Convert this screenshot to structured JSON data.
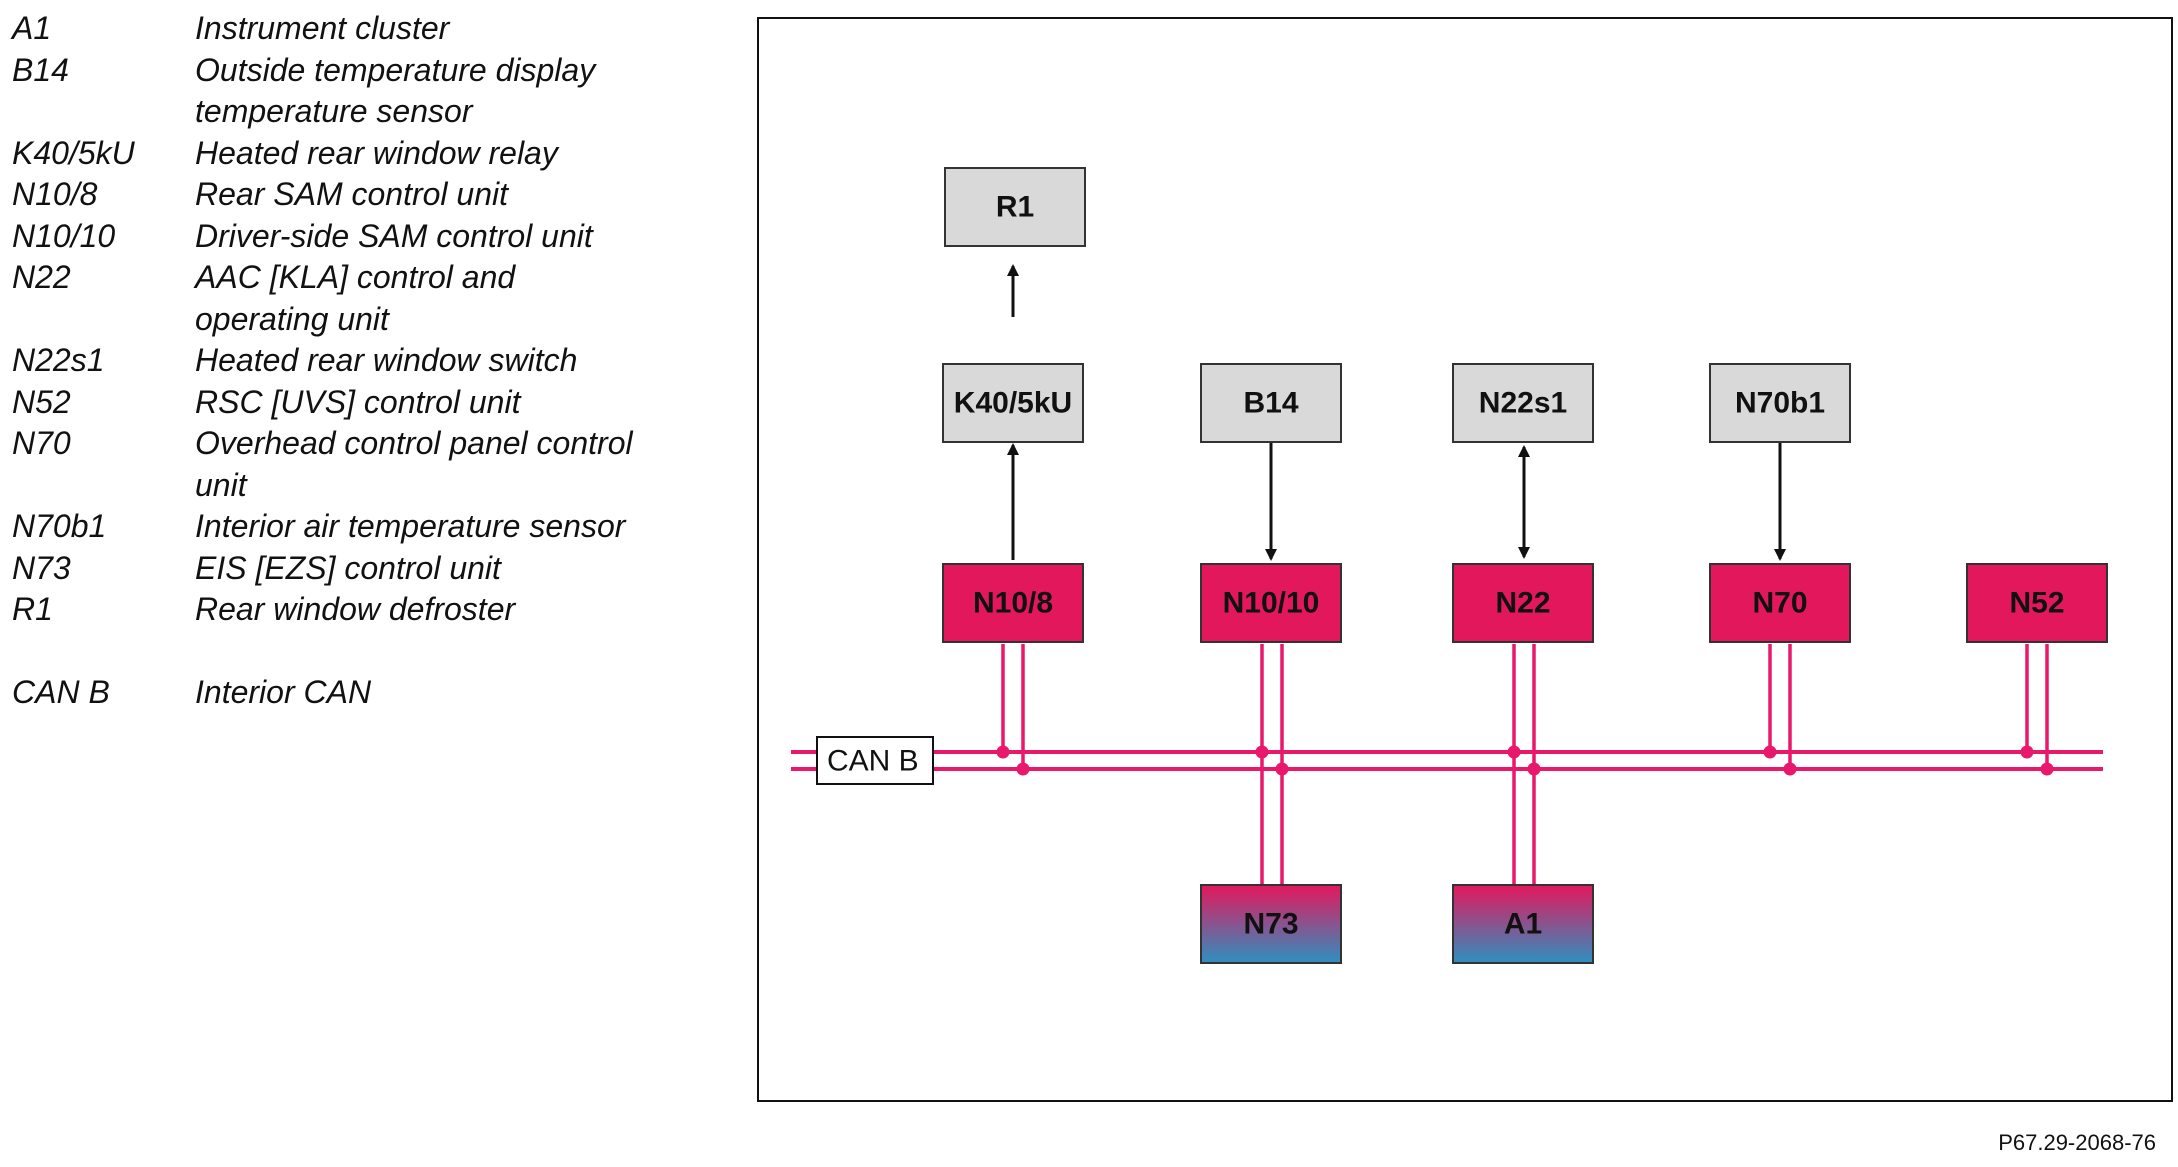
{
  "legend": [
    {
      "code": "A1",
      "desc": "Instrument cluster"
    },
    {
      "code": "B14",
      "desc": "Outside temperature display temperature sensor"
    },
    {
      "code": "K40/5kU",
      "desc": "Heated rear window relay"
    },
    {
      "code": "N10/8",
      "desc": "Rear SAM control unit"
    },
    {
      "code": "N10/10",
      "desc": "Driver-side SAM control unit"
    },
    {
      "code": "N22",
      "desc": "AAC [KLA] control and operating unit"
    },
    {
      "code": "N22s1",
      "desc": "Heated rear window switch"
    },
    {
      "code": "N52",
      "desc": "RSC [UVS] control unit"
    },
    {
      "code": "N70",
      "desc": "Overhead control panel control unit"
    },
    {
      "code": "N70b1",
      "desc": "Interior air temperature sensor"
    },
    {
      "code": "N73",
      "desc": "EIS [EZS] control unit"
    },
    {
      "code": "R1",
      "desc": "Rear window defroster"
    },
    {
      "code": "CAN B",
      "desc": "Interior CAN"
    }
  ],
  "diagram": {
    "bus_label": "CAN B",
    "components": {
      "r1": "R1",
      "k40": "K40/5kU",
      "b14": "B14",
      "n22s1": "N22s1",
      "n70b1": "N70b1",
      "n10_8": "N10/8",
      "n10_10": "N10/10",
      "n22": "N22",
      "n70": "N70",
      "n52": "N52",
      "n73": "N73",
      "a1": "A1"
    },
    "colors": {
      "sensor_box": "#d9d9d9",
      "control_unit": "#e3185c",
      "bus_line": "#e8196a",
      "gradient_top": "#e3185c",
      "gradient_bottom": "#2f8fc0",
      "lines": "#111111"
    }
  },
  "figure_id": "P67.29-2068-76"
}
